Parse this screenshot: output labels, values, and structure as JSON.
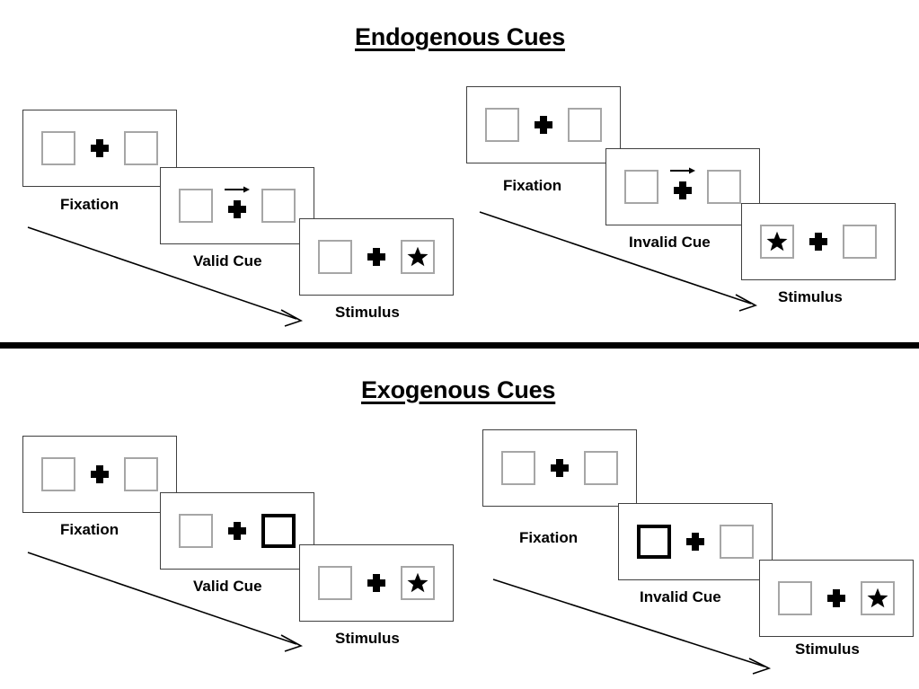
{
  "figure": {
    "title_endogenous": "Endogenous Cues",
    "title_exogenous": "Exogenous Cues",
    "colors": {
      "foreground": "#000000",
      "placeholder_square_border": "#a6a6a6",
      "cued_square_border": "#000000",
      "frame_border": "#3f3f3f",
      "background": "#ffffff"
    }
  },
  "sections": [
    {
      "id": "endogenous",
      "title": "Endogenous Cues",
      "cue_type": "central-arrow",
      "streams": [
        {
          "id": "endogenous-valid",
          "validity": "valid",
          "panels": [
            {
              "id": "endo-valid-fixation",
              "caption": "Fixation",
              "cue": "none",
              "arrow": false,
              "target": "none"
            },
            {
              "id": "endo-valid-cue",
              "caption": "Valid Cue",
              "cue": "arrow-right",
              "arrow": true,
              "target": "none"
            },
            {
              "id": "endo-valid-stimulus",
              "caption": "Stimulus",
              "cue": "none",
              "arrow": false,
              "target": "right"
            }
          ]
        },
        {
          "id": "endogenous-invalid",
          "validity": "invalid",
          "panels": [
            {
              "id": "endo-invalid-fixation",
              "caption": "Fixation",
              "cue": "none",
              "arrow": false,
              "target": "none"
            },
            {
              "id": "endo-invalid-cue",
              "caption": "Invalid Cue",
              "cue": "arrow-right",
              "arrow": true,
              "target": "none"
            },
            {
              "id": "endo-invalid-stimulus",
              "caption": "Stimulus",
              "cue": "none",
              "arrow": false,
              "target": "left"
            }
          ]
        }
      ]
    },
    {
      "id": "exogenous",
      "title": "Exogenous Cues",
      "cue_type": "peripheral-box-flash",
      "streams": [
        {
          "id": "exogenous-valid",
          "validity": "valid",
          "panels": [
            {
              "id": "exo-valid-fixation",
              "caption": "Fixation",
              "cue": "none",
              "arrow": false,
              "target": "none"
            },
            {
              "id": "exo-valid-cue",
              "caption": "Valid Cue",
              "cue": "right",
              "arrow": false,
              "target": "none"
            },
            {
              "id": "exo-valid-stimulus",
              "caption": "Stimulus",
              "cue": "none",
              "arrow": false,
              "target": "right"
            }
          ]
        },
        {
          "id": "exogenous-invalid",
          "validity": "invalid",
          "panels": [
            {
              "id": "exo-invalid-fixation",
              "caption": "Fixation",
              "cue": "none",
              "arrow": false,
              "target": "none"
            },
            {
              "id": "exo-invalid-cue",
              "caption": "Invalid Cue",
              "cue": "left",
              "arrow": false,
              "target": "none"
            },
            {
              "id": "exo-invalid-stimulus",
              "caption": "Stimulus",
              "cue": "none",
              "arrow": false,
              "target": "right"
            }
          ]
        }
      ]
    }
  ],
  "captions": {
    "fixation": "Fixation",
    "valid_cue": "Valid Cue",
    "invalid_cue": "Invalid Cue",
    "stimulus": "Stimulus"
  },
  "icons": {
    "fixation_cross": "fixation-cross-icon",
    "arrow_cue": "arrow-right-cue-icon",
    "target_star": "star-target-icon",
    "time_arrow": "time-flow-arrow-icon"
  }
}
